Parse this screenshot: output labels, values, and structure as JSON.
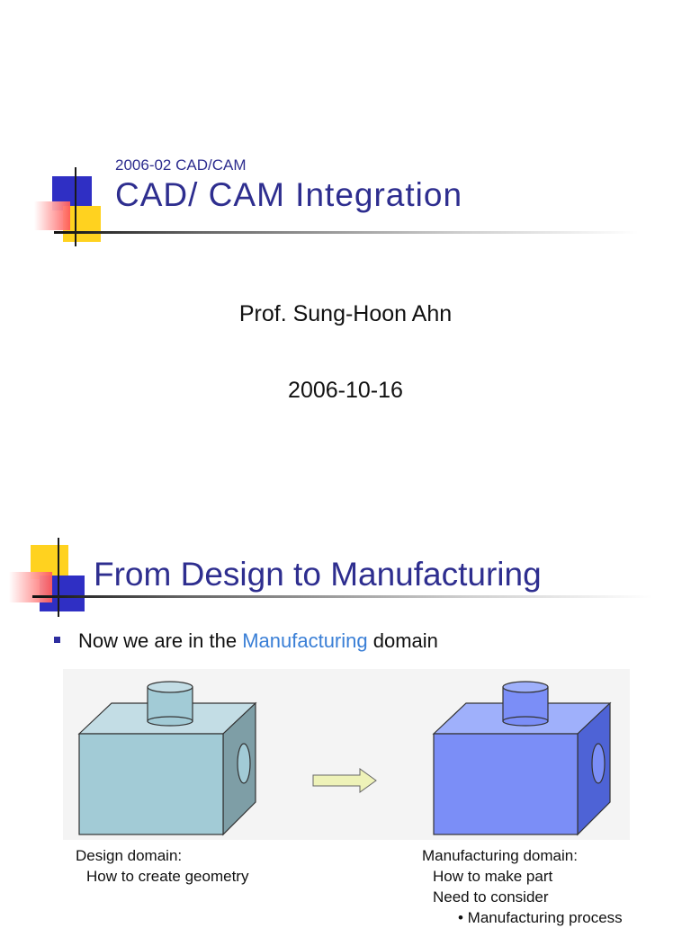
{
  "slide1": {
    "course": "2006-02 CAD/CAM",
    "title": "CAD/ CAM Integration",
    "author": "Prof. Sung-Hoon Ahn",
    "date": "2006-10-16"
  },
  "slide2": {
    "title": "From Design to Manufacturing",
    "bullet": {
      "prefix": "Now we are in the ",
      "highlight": "Manufacturing",
      "suffix": " domain"
    },
    "design_caption": {
      "line1": "Design domain:",
      "line2": "How to create geometry"
    },
    "manufacturing_caption": {
      "line1": "Manufacturing domain:",
      "line2": "How to make part",
      "line3": "Need to consider",
      "line4": "• Manufacturing process"
    }
  },
  "colors": {
    "title_blue": "#2e2e8f",
    "highlight_blue": "#3a7fd6",
    "deco_blue": "#2f2fc4",
    "deco_yellow": "#ffd21f",
    "deco_red": "#ff5a5a",
    "design_block": "#a2cbd6",
    "manufacturing_block": "#7b8ef7",
    "arrow_fill": "#eef2b8"
  },
  "icons": {
    "slide1_logo": "corner-squares-logo",
    "slide2_logo": "corner-squares-logo",
    "bullet": "square-bullet",
    "arrow": "right-arrow-icon"
  }
}
